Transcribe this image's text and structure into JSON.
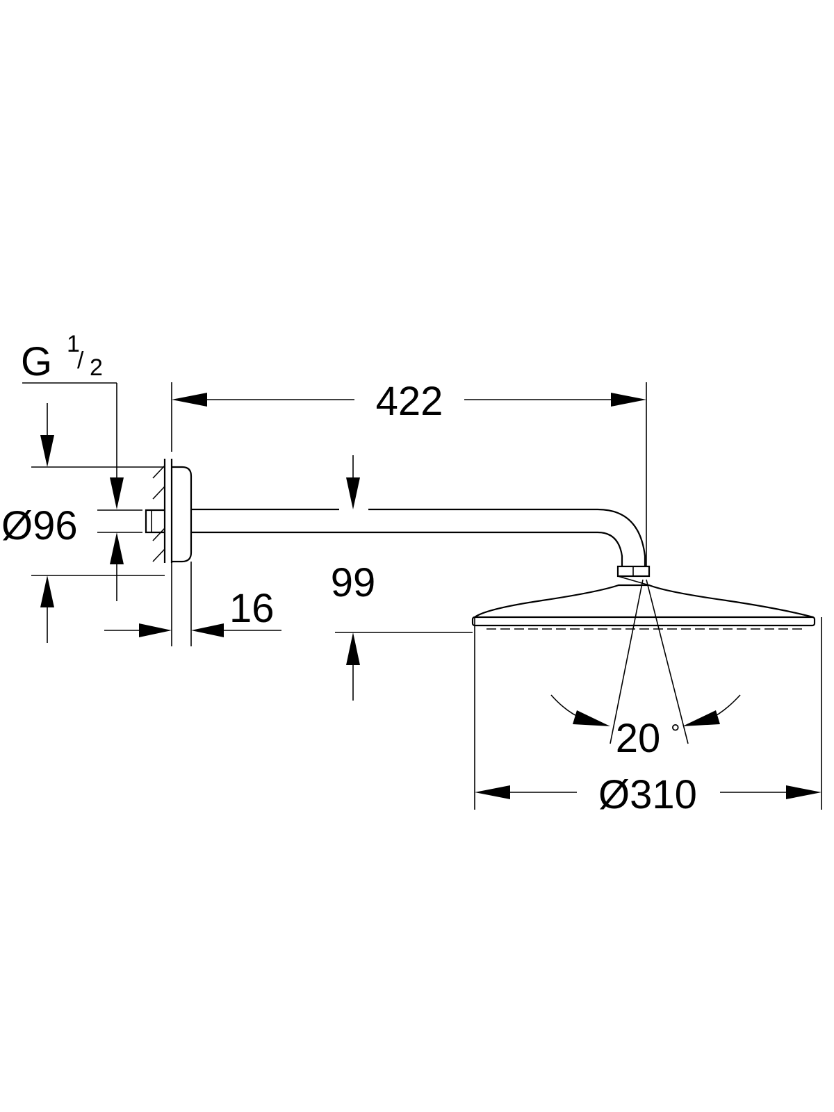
{
  "dimensions": {
    "thread_letter": "G",
    "thread_num": "1",
    "thread_den": "2",
    "arm_length": "422",
    "flange_diameter": "Ø96",
    "drop_height": "99",
    "flange_depth": "16",
    "tilt_angle_value": "20",
    "tilt_angle_unit": "°",
    "head_diameter": "Ø310"
  }
}
